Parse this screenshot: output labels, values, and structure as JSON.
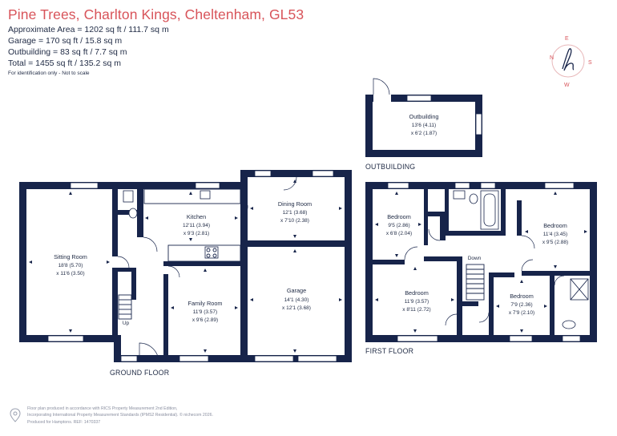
{
  "header": {
    "title": "Pine Trees, Charlton Kings, Cheltenham, GL53",
    "areas": [
      "Approximate Area = 1202 sq ft / 111.7 sq m",
      "Garage = 170 sq ft / 15.8 sq m",
      "Outbuilding = 83 sq ft / 7.7 sq m",
      "Total = 1455 sq ft / 135.2 sq m"
    ],
    "note": "For identification only - Not to scale"
  },
  "compass": {
    "n": "N",
    "e": "E",
    "s": "S",
    "w": "W",
    "accent": "#d8545a"
  },
  "colors": {
    "wall": "#17244a",
    "accent": "#d8545a"
  },
  "floors": {
    "ground": "GROUND FLOOR",
    "first": "FIRST FLOOR",
    "outbuilding": "OUTBUILDING"
  },
  "rooms": {
    "outbuilding": {
      "name": "Outbuilding",
      "dim1": "13'6 (4.11)",
      "dim2": "x 6'2 (1.87)"
    },
    "sitting": {
      "name": "Sitting Room",
      "dim1": "18'8 (5.70)",
      "dim2": "x 11'6 (3.50)"
    },
    "kitchen": {
      "name": "Kitchen",
      "dim1": "12'11 (3.94)",
      "dim2": "x 9'3 (2.81)"
    },
    "dining": {
      "name": "Dining Room",
      "dim1": "12'1 (3.68)",
      "dim2": "x 7'10 (2.38)"
    },
    "family": {
      "name": "Family Room",
      "dim1": "11'9 (3.57)",
      "dim2": "x 9'6 (2.89)"
    },
    "garage": {
      "name": "Garage",
      "dim1": "14'1 (4.30)",
      "dim2": "x 12'1 (3.68)"
    },
    "bed1": {
      "name": "Bedroom",
      "dim1": "9'5 (2.86)",
      "dim2": "x 6'8 (2.04)"
    },
    "bed2": {
      "name": "Bedroom",
      "dim1": "11'4 (3.45)",
      "dim2": "x 9'5 (2.88)"
    },
    "bed3": {
      "name": "Bedroom",
      "dim1": "11'9 (3.57)",
      "dim2": "x 8'11 (2.72)"
    },
    "bed4": {
      "name": "Bedroom",
      "dim1": "7'9 (2.36)",
      "dim2": "x 7'9 (2.10)"
    }
  },
  "stairs": {
    "up": "Up",
    "down": "Down"
  },
  "footer": {
    "lines": [
      "Floor plan produced in accordance with RICS Property Measurement 2nd Edition,",
      "Incorporating International Property Measurement Standards (IPMS2 Residential).  © nichecom 2026.",
      "Produced for Hamptons.  REF: 1470337"
    ]
  }
}
